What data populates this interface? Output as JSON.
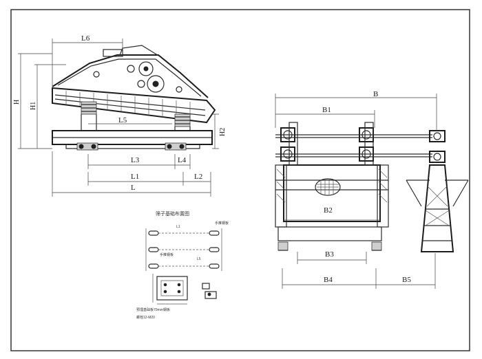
{
  "side_view": {
    "labels": {
      "L6": "L6",
      "H": "H",
      "H1": "H1",
      "H2": "H2",
      "L5": "L5",
      "L3": "L3",
      "L4": "L4",
      "L1": "L1",
      "L2": "L2",
      "L": "L"
    }
  },
  "end_view": {
    "labels": {
      "B": "B",
      "B1": "B1",
      "B2": "B2",
      "B3": "B3",
      "B4": "B4",
      "B5": "B5"
    }
  },
  "foundation_plan": {
    "title": "筛子基础布置图",
    "labels": {
      "top_right": "手推钢板",
      "mid": "手推钢板",
      "l1": "L1",
      "l5": "L5",
      "note1": "预埋基础板70mm钢板",
      "note2": "螺栓12-M20"
    }
  },
  "colors": {
    "line": "#2a2a2a",
    "frame": "#333333",
    "background": "#ffffff"
  }
}
